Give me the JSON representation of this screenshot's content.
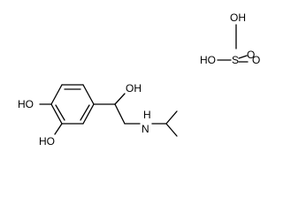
{
  "molecule": {
    "labels": {
      "phenol_top": "HO",
      "phenol_bottom": "HO",
      "side_chain_hydroxyl": "OH",
      "amine": "H",
      "amine_n": "N"
    }
  },
  "counter_ion": {
    "labels": {
      "top_hydroxyl": "OH",
      "left_hydroxyl": "HO",
      "sulfur": "S",
      "oxo_upper": "O",
      "oxo_lower": "O"
    }
  }
}
